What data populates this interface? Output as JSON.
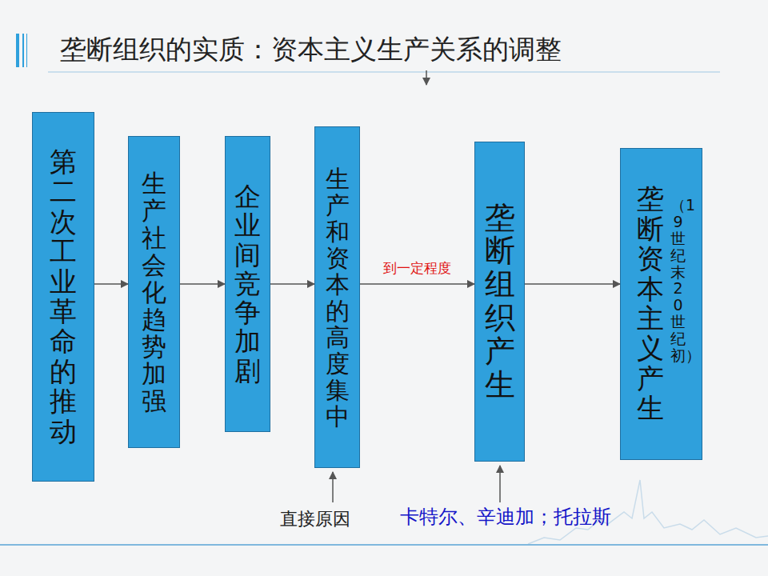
{
  "diagram": {
    "title": "垄断组织的实质：资本主义生产关系的调整",
    "nodes": [
      {
        "text": [
          "第二次工业革命的推动"
        ]
      },
      {
        "text": [
          "生产社会化趋势加强"
        ]
      },
      {
        "text": [
          "企业间竞争加剧"
        ]
      },
      {
        "text": [
          "生产和资本的高度集中"
        ]
      },
      {
        "text": [
          "垄断组织产生"
        ]
      },
      {
        "text": [
          "垄断资本主义产生",
          "（19世纪末20世纪初）"
        ]
      }
    ],
    "edges": [
      {
        "from": 0,
        "to": 1,
        "arrow": "to"
      },
      {
        "from": 1,
        "to": 2,
        "arrow": "to"
      },
      {
        "from": 2,
        "to": 3,
        "arrow": "to"
      },
      {
        "from": 3,
        "to": 4,
        "label": "到一定程度",
        "arrow": "to"
      },
      {
        "from": 4,
        "to": 5,
        "arrow": "to"
      }
    ],
    "labels": [
      "直接原因",
      "卡特尔、辛迪加；托拉斯"
    ]
  }
}
